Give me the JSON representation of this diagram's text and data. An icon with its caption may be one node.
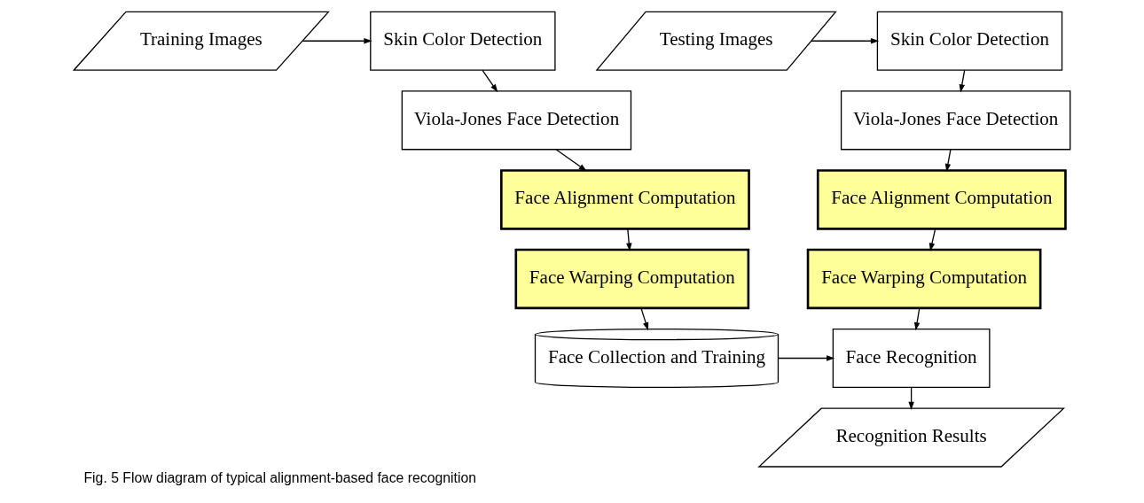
{
  "diagram": {
    "caption": "Fig. 5 Flow diagram of typical alignment-based face recognition",
    "nodes": [
      {
        "text": [
          "Training Images"
        ]
      },
      {
        "text": [
          "Skin Color Detection"
        ]
      },
      {
        "text": [
          "Viola-Jones Face Detection"
        ]
      },
      {
        "text": [
          "Face Alignment Computation"
        ]
      },
      {
        "text": [
          "Face Warping Computation"
        ]
      },
      {
        "text": [
          "Face Collection and Training"
        ]
      },
      {
        "text": [
          "Skin Color Detection"
        ]
      },
      {
        "text": [
          "Testing Images"
        ]
      },
      {
        "text": [
          "Viola-Jones Face Detection"
        ]
      },
      {
        "text": [
          "Face Alignment Computation"
        ]
      },
      {
        "text": [
          "Face Warping Computation"
        ]
      },
      {
        "text": [
          "Face Recognition"
        ]
      },
      {
        "text": [
          "Recognition Results"
        ]
      }
    ],
    "edges": [
      {
        "from": 0,
        "to": 1,
        "arrow": "to"
      },
      {
        "from": 1,
        "to": 2,
        "arrow": "to"
      },
      {
        "from": 2,
        "to": 3,
        "arrow": "to"
      },
      {
        "from": 3,
        "to": 4,
        "arrow": "to"
      },
      {
        "from": 4,
        "to": 5,
        "arrow": "to"
      },
      {
        "from": 5,
        "to": 11,
        "arrow": "to"
      },
      {
        "from": 7,
        "to": 6,
        "arrow": "to"
      },
      {
        "from": 6,
        "to": 8,
        "arrow": "to"
      },
      {
        "from": 8,
        "to": 9,
        "arrow": "to"
      },
      {
        "from": 9,
        "to": 10,
        "arrow": "to"
      },
      {
        "from": 10,
        "to": 11,
        "arrow": "to"
      },
      {
        "from": 11,
        "to": 12,
        "arrow": "to"
      }
    ]
  }
}
